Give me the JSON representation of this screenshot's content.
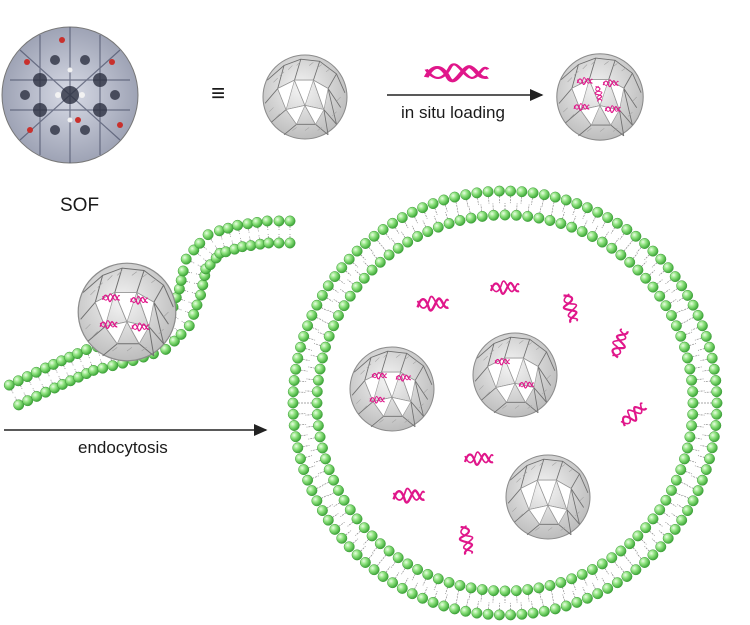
{
  "labels": {
    "sof": "SOF",
    "equivalence": "≡",
    "loading": "in situ loading",
    "endocytosis": "endocytosis"
  },
  "colors": {
    "lipid_head": "#6ad36a",
    "lipid_head_light": "#c8f5c0",
    "lipid_tail": "#8a8a8a",
    "dna_strand": "#e0168a",
    "framework_gray": "#b9b9b9",
    "arrow": "#222222"
  },
  "icons": {
    "sof_structure": "crystal-structure-sphere-icon",
    "framework": "porous-framework-sphere-icon",
    "dna": "dna-double-helix-icon",
    "lipid": "lipid-bilayer-icon",
    "vesicle": "vesicle-icon"
  }
}
